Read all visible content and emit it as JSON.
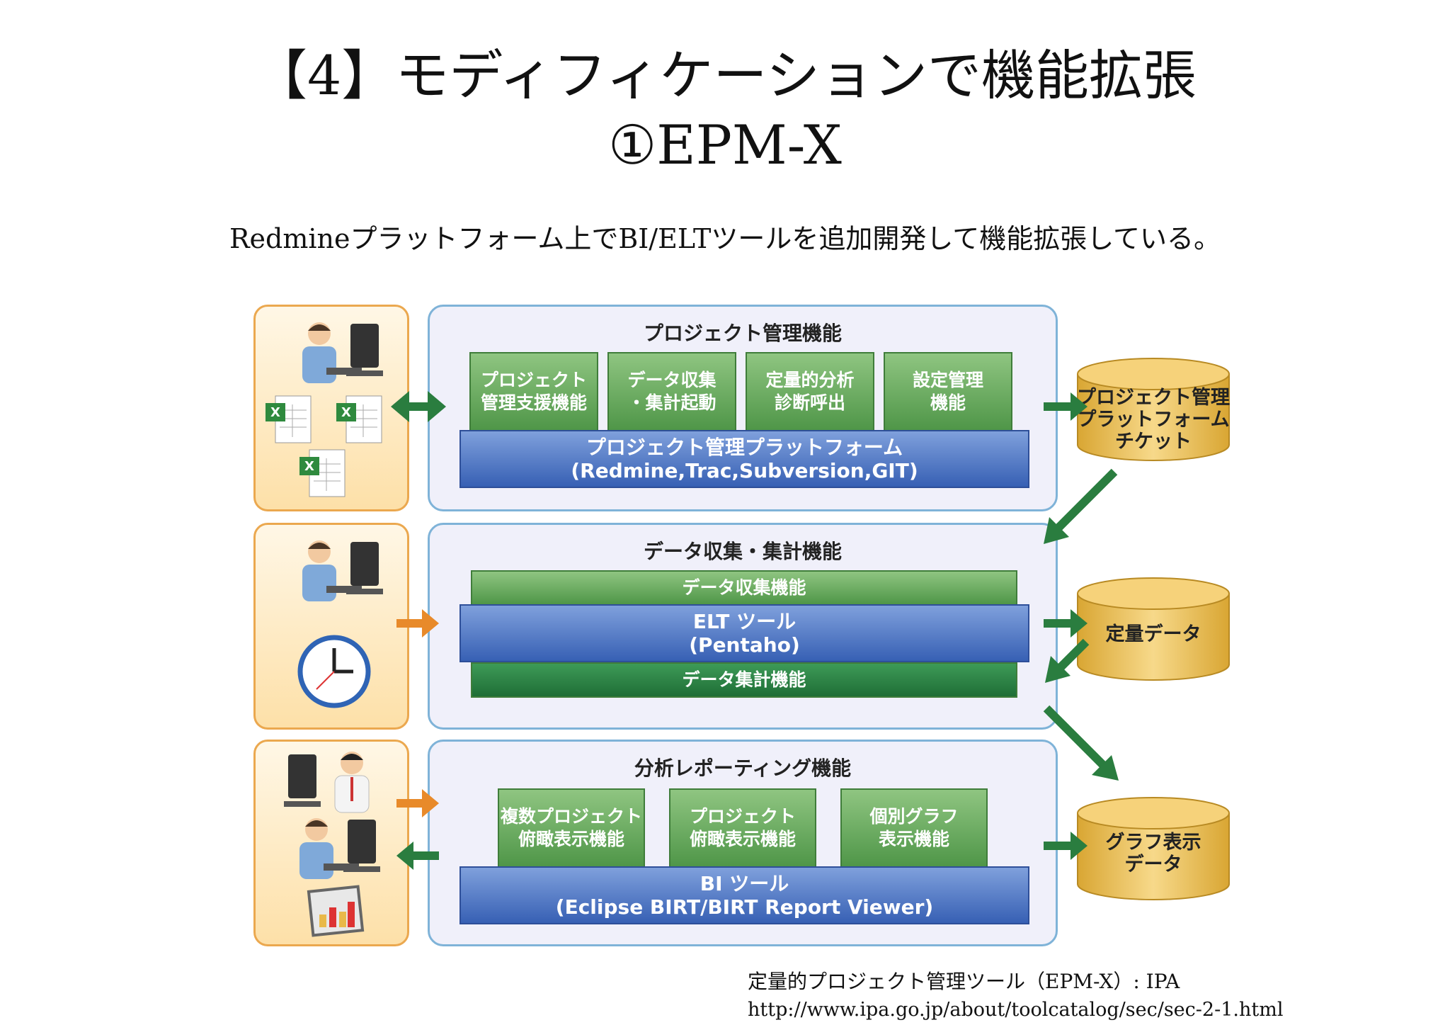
{
  "title": {
    "line1": "【4】モディフィケーションで機能拡張",
    "line2": "①EPM-X"
  },
  "subtitle": "Redmineプラットフォーム上でBI/ELTツールを追加開発して機能拡張している。",
  "sections": [
    {
      "title": "プロジェクト管理機能",
      "boxes": [
        "プロジェクト\n管理支援機能",
        "データ収集\n・集計起動",
        "定量的分析\n診断呼出",
        "設定管理\n機能"
      ],
      "platform": {
        "line1": "プロジェクト管理プラットフォーム",
        "line2": "(Redmine,Trac,Subversion,GIT)"
      }
    },
    {
      "title": "データ収集・集計機能",
      "top_bar": "データ収集機能",
      "tool": {
        "line1": "ELT ツール",
        "line2": "(Pentaho)"
      },
      "bottom_bar": "データ集計機能"
    },
    {
      "title": "分析レポーティング機能",
      "boxes": [
        "複数プロジェクト\n俯瞰表示機能",
        "プロジェクト\n俯瞰表示機能",
        "個別グラフ\n表示機能"
      ],
      "tool": {
        "line1": "BI ツール",
        "line2": "(Eclipse BIRT/BIRT Report Viewer)"
      }
    }
  ],
  "databases": [
    "プロジェクト管理\nプラットフォーム\nチケット",
    "定量データ",
    "グラフ表示\nデータ"
  ],
  "source": {
    "line1": "定量的プロジェクト管理ツール（EPM-X）: IPA",
    "line2": "http://www.ipa.go.jp/about/toolcatalog/sec/sec-2-1.html"
  },
  "colors": {
    "panel_border": "#7fb3d8",
    "side_border": "#eba84f",
    "green": "#4f9648",
    "blue": "#3760b4",
    "arrow_green": "#2a7d3f",
    "arrow_orange": "#e88a2a",
    "db": "#e9b949"
  }
}
